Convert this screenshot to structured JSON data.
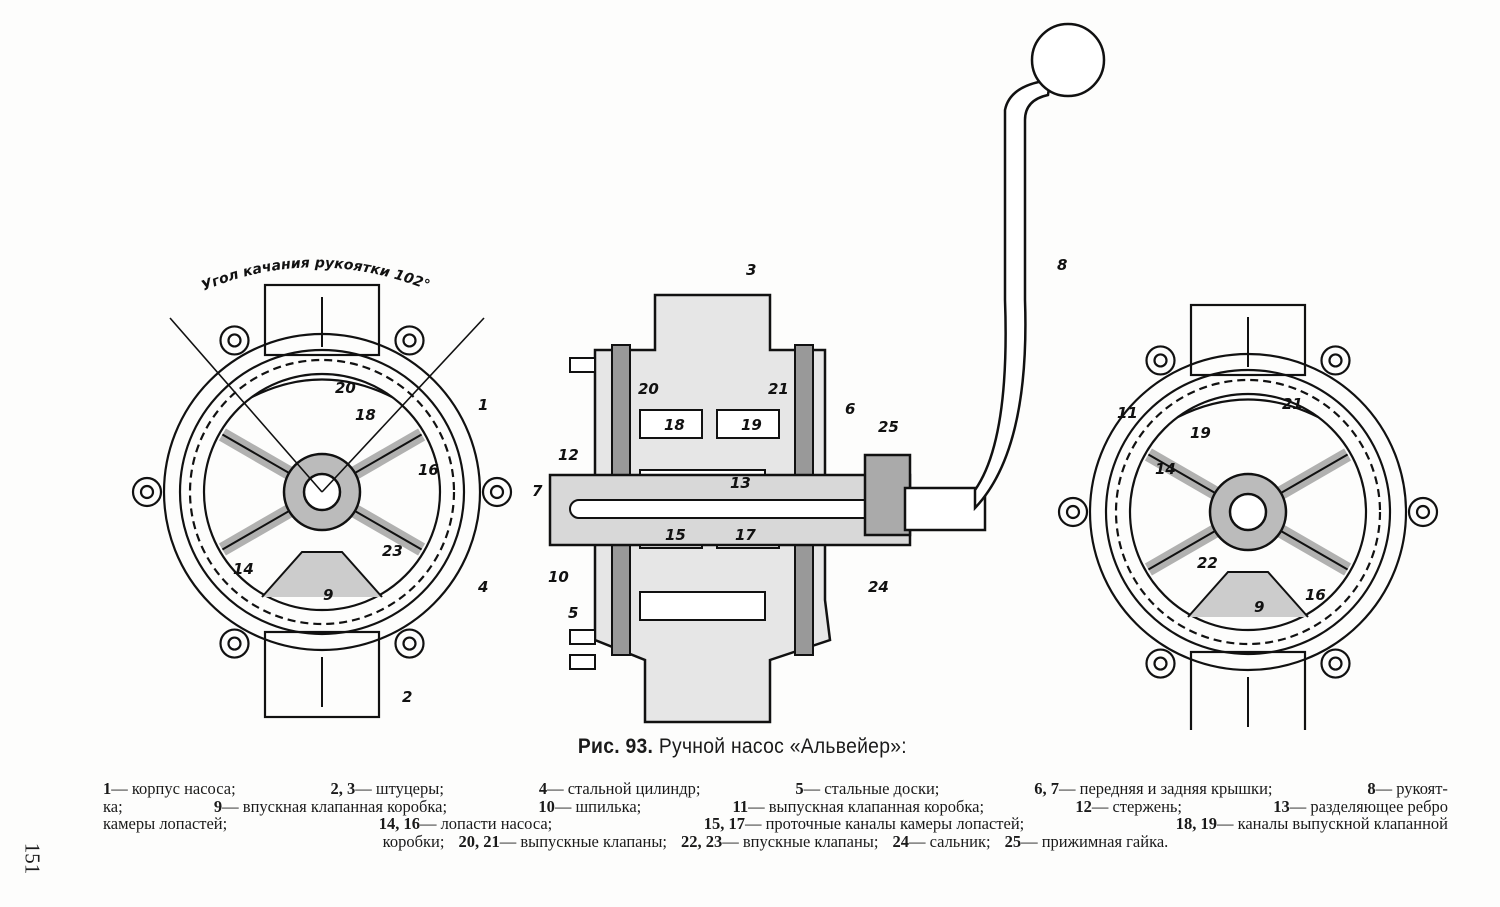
{
  "figure": {
    "angle_note": "Угол качания рукоятки 102°",
    "left_view_labels": [
      "20",
      "18",
      "1",
      "16",
      "14",
      "23",
      "9",
      "4",
      "2"
    ],
    "center_view_labels": [
      "3",
      "6",
      "20",
      "21",
      "18",
      "19",
      "12",
      "13",
      "7",
      "15",
      "17",
      "10",
      "5",
      "25",
      "24",
      "8"
    ],
    "right_view_labels": [
      "11",
      "21",
      "19",
      "14",
      "22",
      "9",
      "16"
    ]
  },
  "caption": {
    "prefix": "Рис. 93.",
    "title": "Ручной насос «Альвейер»:"
  },
  "legend": {
    "lines": [
      [
        {
          "n": "1",
          "t": "— корпус насоса;"
        },
        {
          "n": "2, 3",
          "t": "— штуцеры;"
        },
        {
          "n": "4",
          "t": "— стальной цилиндр;"
        },
        {
          "n": "5",
          "t": "— стальные доски;"
        },
        {
          "n": "6, 7",
          "t": "— передняя и задняя крышки;"
        },
        {
          "n": "8",
          "t": "— рукоят-"
        }
      ],
      [
        {
          "n": "",
          "t": "ка;"
        },
        {
          "n": "9",
          "t": "— впускная клапанная коробка;"
        },
        {
          "n": "10",
          "t": "— шпилька;"
        },
        {
          "n": "11",
          "t": "— выпускная клапанная коробка;"
        },
        {
          "n": "12",
          "t": "— стержень;"
        },
        {
          "n": "13",
          "t": "— разделяющее ребро"
        }
      ],
      [
        {
          "n": "",
          "t": "камеры лопастей;"
        },
        {
          "n": "14, 16",
          "t": "— лопасти насоса;"
        },
        {
          "n": "15, 17",
          "t": "— проточные каналы камеры лопастей;"
        },
        {
          "n": "18, 19",
          "t": "— каналы выпускной клапанной"
        }
      ],
      [
        {
          "n": "",
          "t": "коробки;"
        },
        {
          "n": "20, 21",
          "t": "— выпускные клапаны;"
        },
        {
          "n": "22, 23",
          "t": "— впускные клапаны;"
        },
        {
          "n": "24",
          "t": "— сальник;"
        },
        {
          "n": "25",
          "t": "— прижимная гайка."
        }
      ]
    ]
  },
  "page_number": "151"
}
